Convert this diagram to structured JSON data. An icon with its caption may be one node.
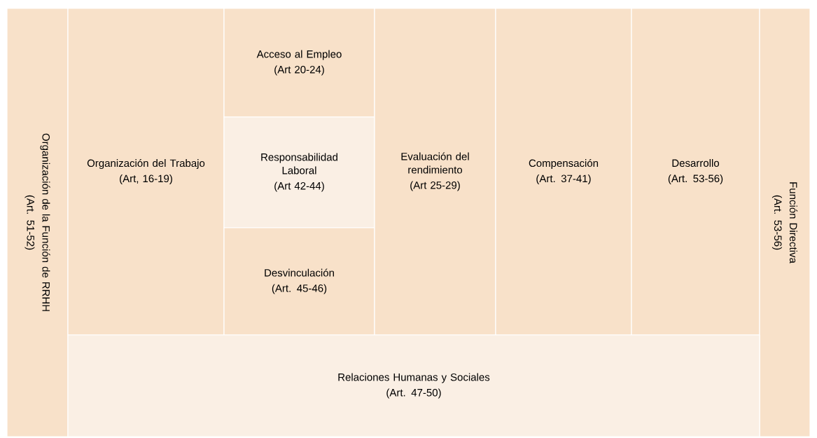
{
  "diagram": {
    "nodes": [
      {
        "text": [
          "Organización de la Función de RRHH",
          "(Art. 51-52)"
        ]
      },
      {
        "text": [
          "Organización del Trabajo",
          "(Art, 16-19)"
        ]
      },
      {
        "text": [
          "Acceso al Empleo",
          "(Art 20-24)"
        ]
      },
      {
        "text": [
          "Responsabilidad Laboral",
          "(Art  42-44)"
        ]
      },
      {
        "text": [
          "Desvinculación",
          "(Art. 45-46)"
        ]
      },
      {
        "text": [
          "Evaluación del rendimiento",
          "(Art 25-29)"
        ]
      },
      {
        "text": [
          "Compensación",
          "(Art. 37-41)"
        ]
      },
      {
        "text": [
          "Desarrollo",
          "(Art. 53-56)"
        ]
      },
      {
        "text": [
          "Función Directiva",
          "(Art. 53-56)"
        ]
      },
      {
        "text": [
          "Relaciones Humanas y Sociales",
          "(Art. 47-50)"
        ]
      }
    ]
  }
}
